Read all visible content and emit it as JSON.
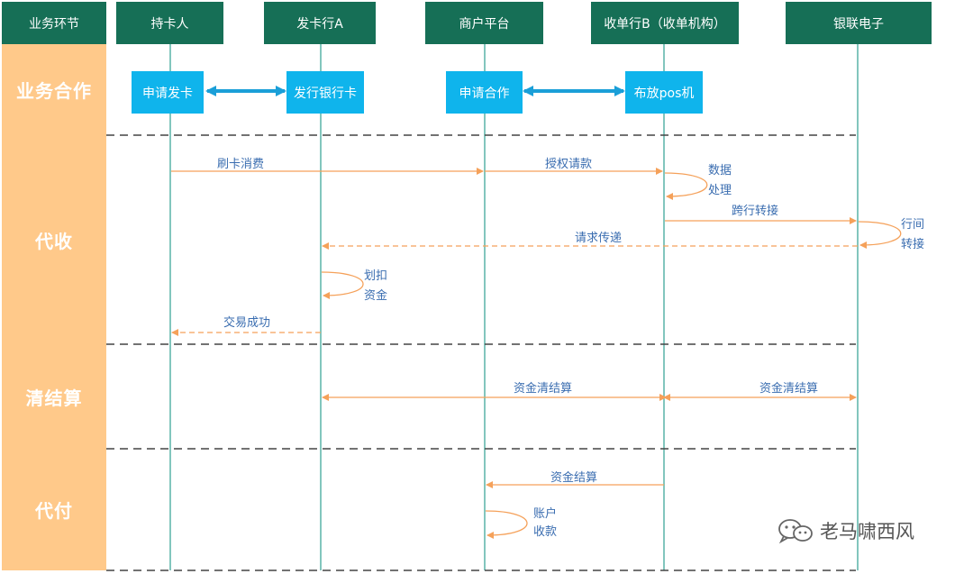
{
  "header": {
    "phase_col": "业务环节",
    "lanes": [
      "持卡人",
      "发卡行A",
      "商户平台",
      "收单行B（收单机构）",
      "银联电子"
    ]
  },
  "phases": [
    "业务合作",
    "代收",
    "清结算",
    "代付"
  ],
  "boxes": {
    "apply_card": "申请发卡",
    "issue_card": "发行银行卡",
    "apply_coop": "申请合作",
    "deploy_pos": "布放pos机"
  },
  "messages": {
    "swipe": "刷卡消费",
    "auth": "授权请款",
    "data_proc_1": "数据",
    "data_proc_2": "处理",
    "cross_bank": "跨行转接",
    "interbank_1": "行间",
    "interbank_2": "转接",
    "req_pass": "请求传递",
    "deduct_1": "划扣",
    "deduct_2": "资金",
    "tx_success": "交易成功",
    "clearing_1": "资金清结算",
    "clearing_2": "资金清结算",
    "settle": "资金结算",
    "acct_1": "账户",
    "acct_2": "收款"
  },
  "watermark": "老马啸西风",
  "colors": {
    "header_bg": "#166f56",
    "phase_bg": "#ffc98a",
    "box_bg": "#0fb4ec",
    "lifeline": "#3fa89a",
    "arrow": "#f5a15a",
    "label": "#3a6db0"
  }
}
